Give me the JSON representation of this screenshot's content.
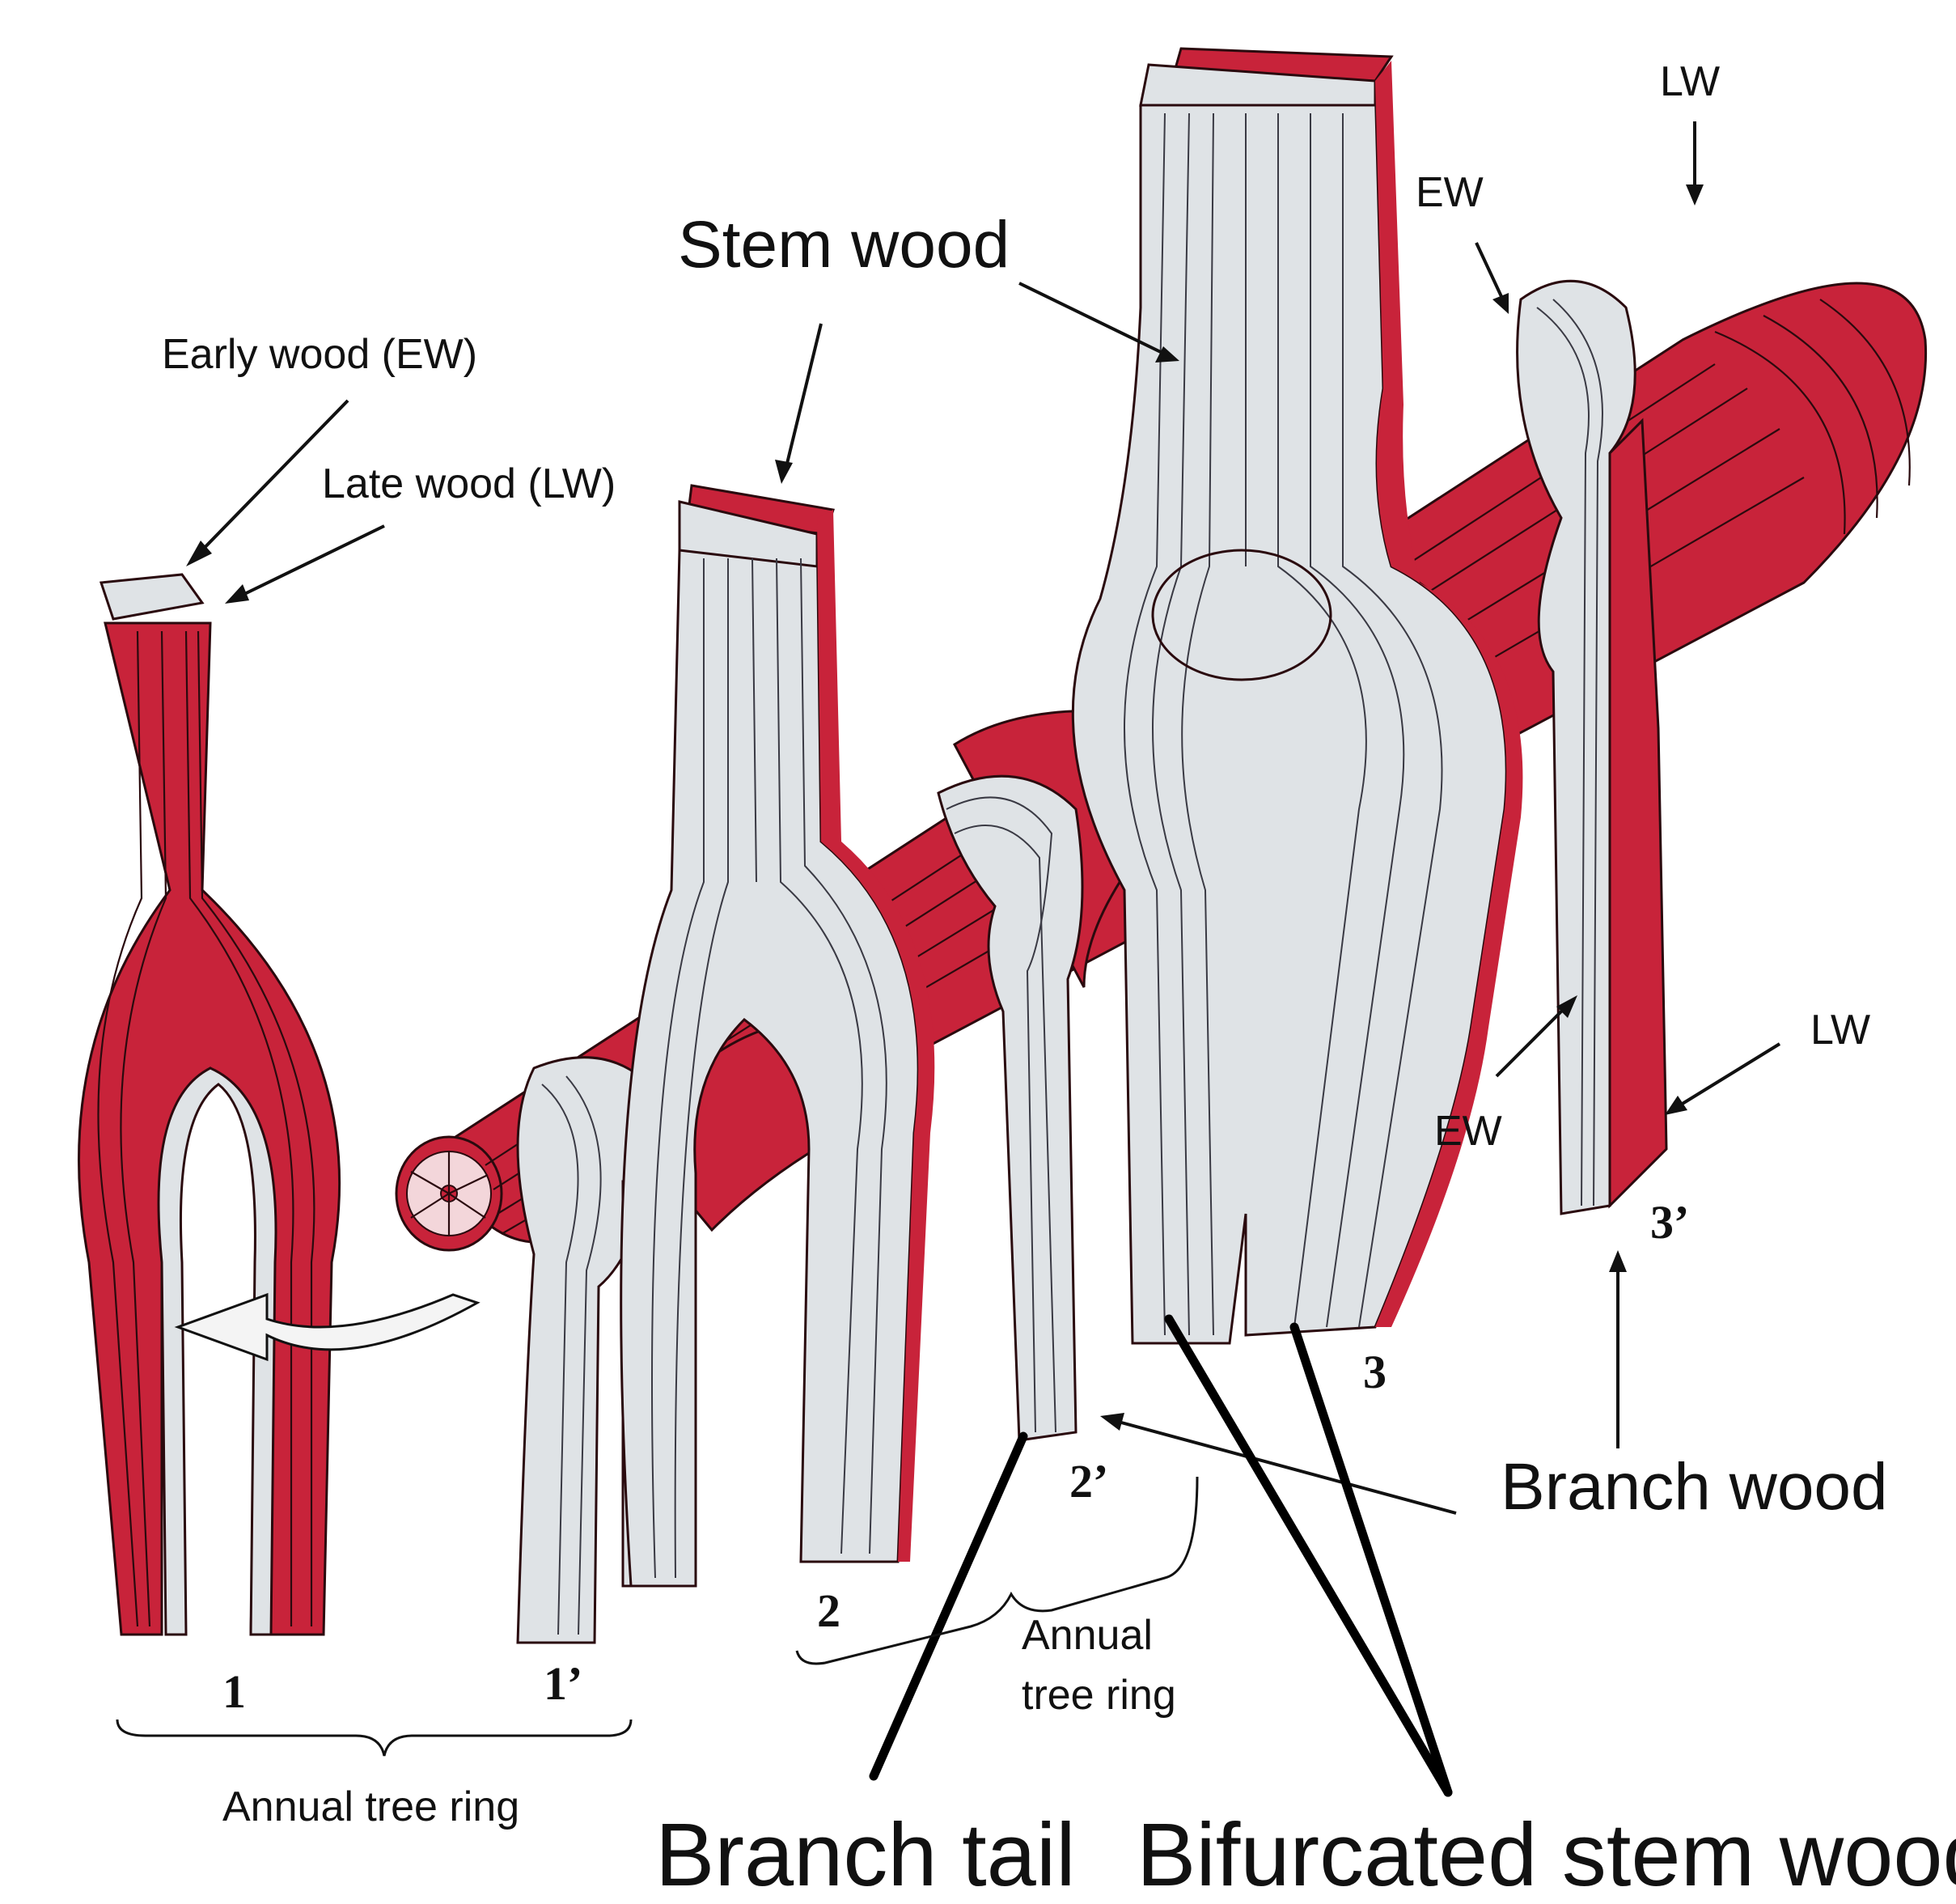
{
  "labels": {
    "early_wood": "Early wood (EW)",
    "late_wood": "Late wood (LW)",
    "stem_wood": "Stem wood",
    "ew_top": "EW",
    "lw_top": "LW",
    "ew_mid": "EW",
    "lw_mid": "LW",
    "branch_wood": "Branch wood",
    "annual_ring_left": "Annual tree ring",
    "annual_ring_mid_line1": "Annual",
    "annual_ring_mid_line2": "tree ring",
    "branch_tail": "Branch tail",
    "bifurcated_stem_wood": "Bifurcated stem wood"
  },
  "section_numbers": {
    "n1": "1",
    "n1p": "1’",
    "n2": "2",
    "n2p": "2’",
    "n3": "3",
    "n3p": "3’"
  },
  "colors": {
    "latewood_red": "#c8233a",
    "earlywood_white": "#dfe3e6",
    "outline": "#2a0a0e"
  }
}
